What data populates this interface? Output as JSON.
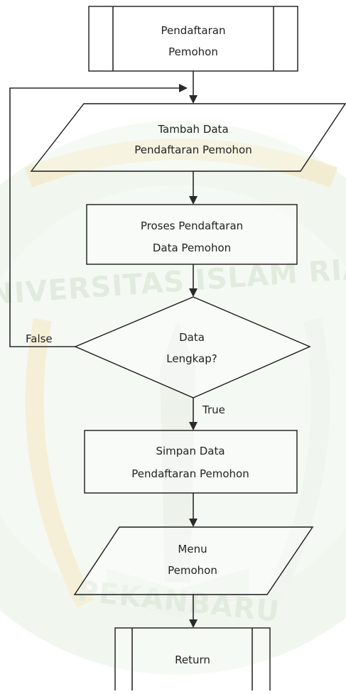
{
  "colors": {
    "background": "#ffffff",
    "watermark_green": "#5f9e55",
    "watermark_gold": "#d9c062",
    "stroke": "#1a1a1a"
  },
  "nodes": {
    "start": "Pendaftaran Pemohon",
    "input": "Tambah Data Pendaftaran Pemohon",
    "process": "Proses Pendaftaran Data Pemohon",
    "decision": "Data Lengkap?",
    "save": "Simpan Data Pendaftaran Pemohon",
    "output": "Menu Pemohon",
    "end": "Return"
  },
  "edges": {
    "false_label": "False",
    "true_label": "True"
  },
  "watermark": {
    "top_text": "UNIVERSITAS ISLAM RIAU",
    "bottom_text": "PEKANBARU"
  }
}
